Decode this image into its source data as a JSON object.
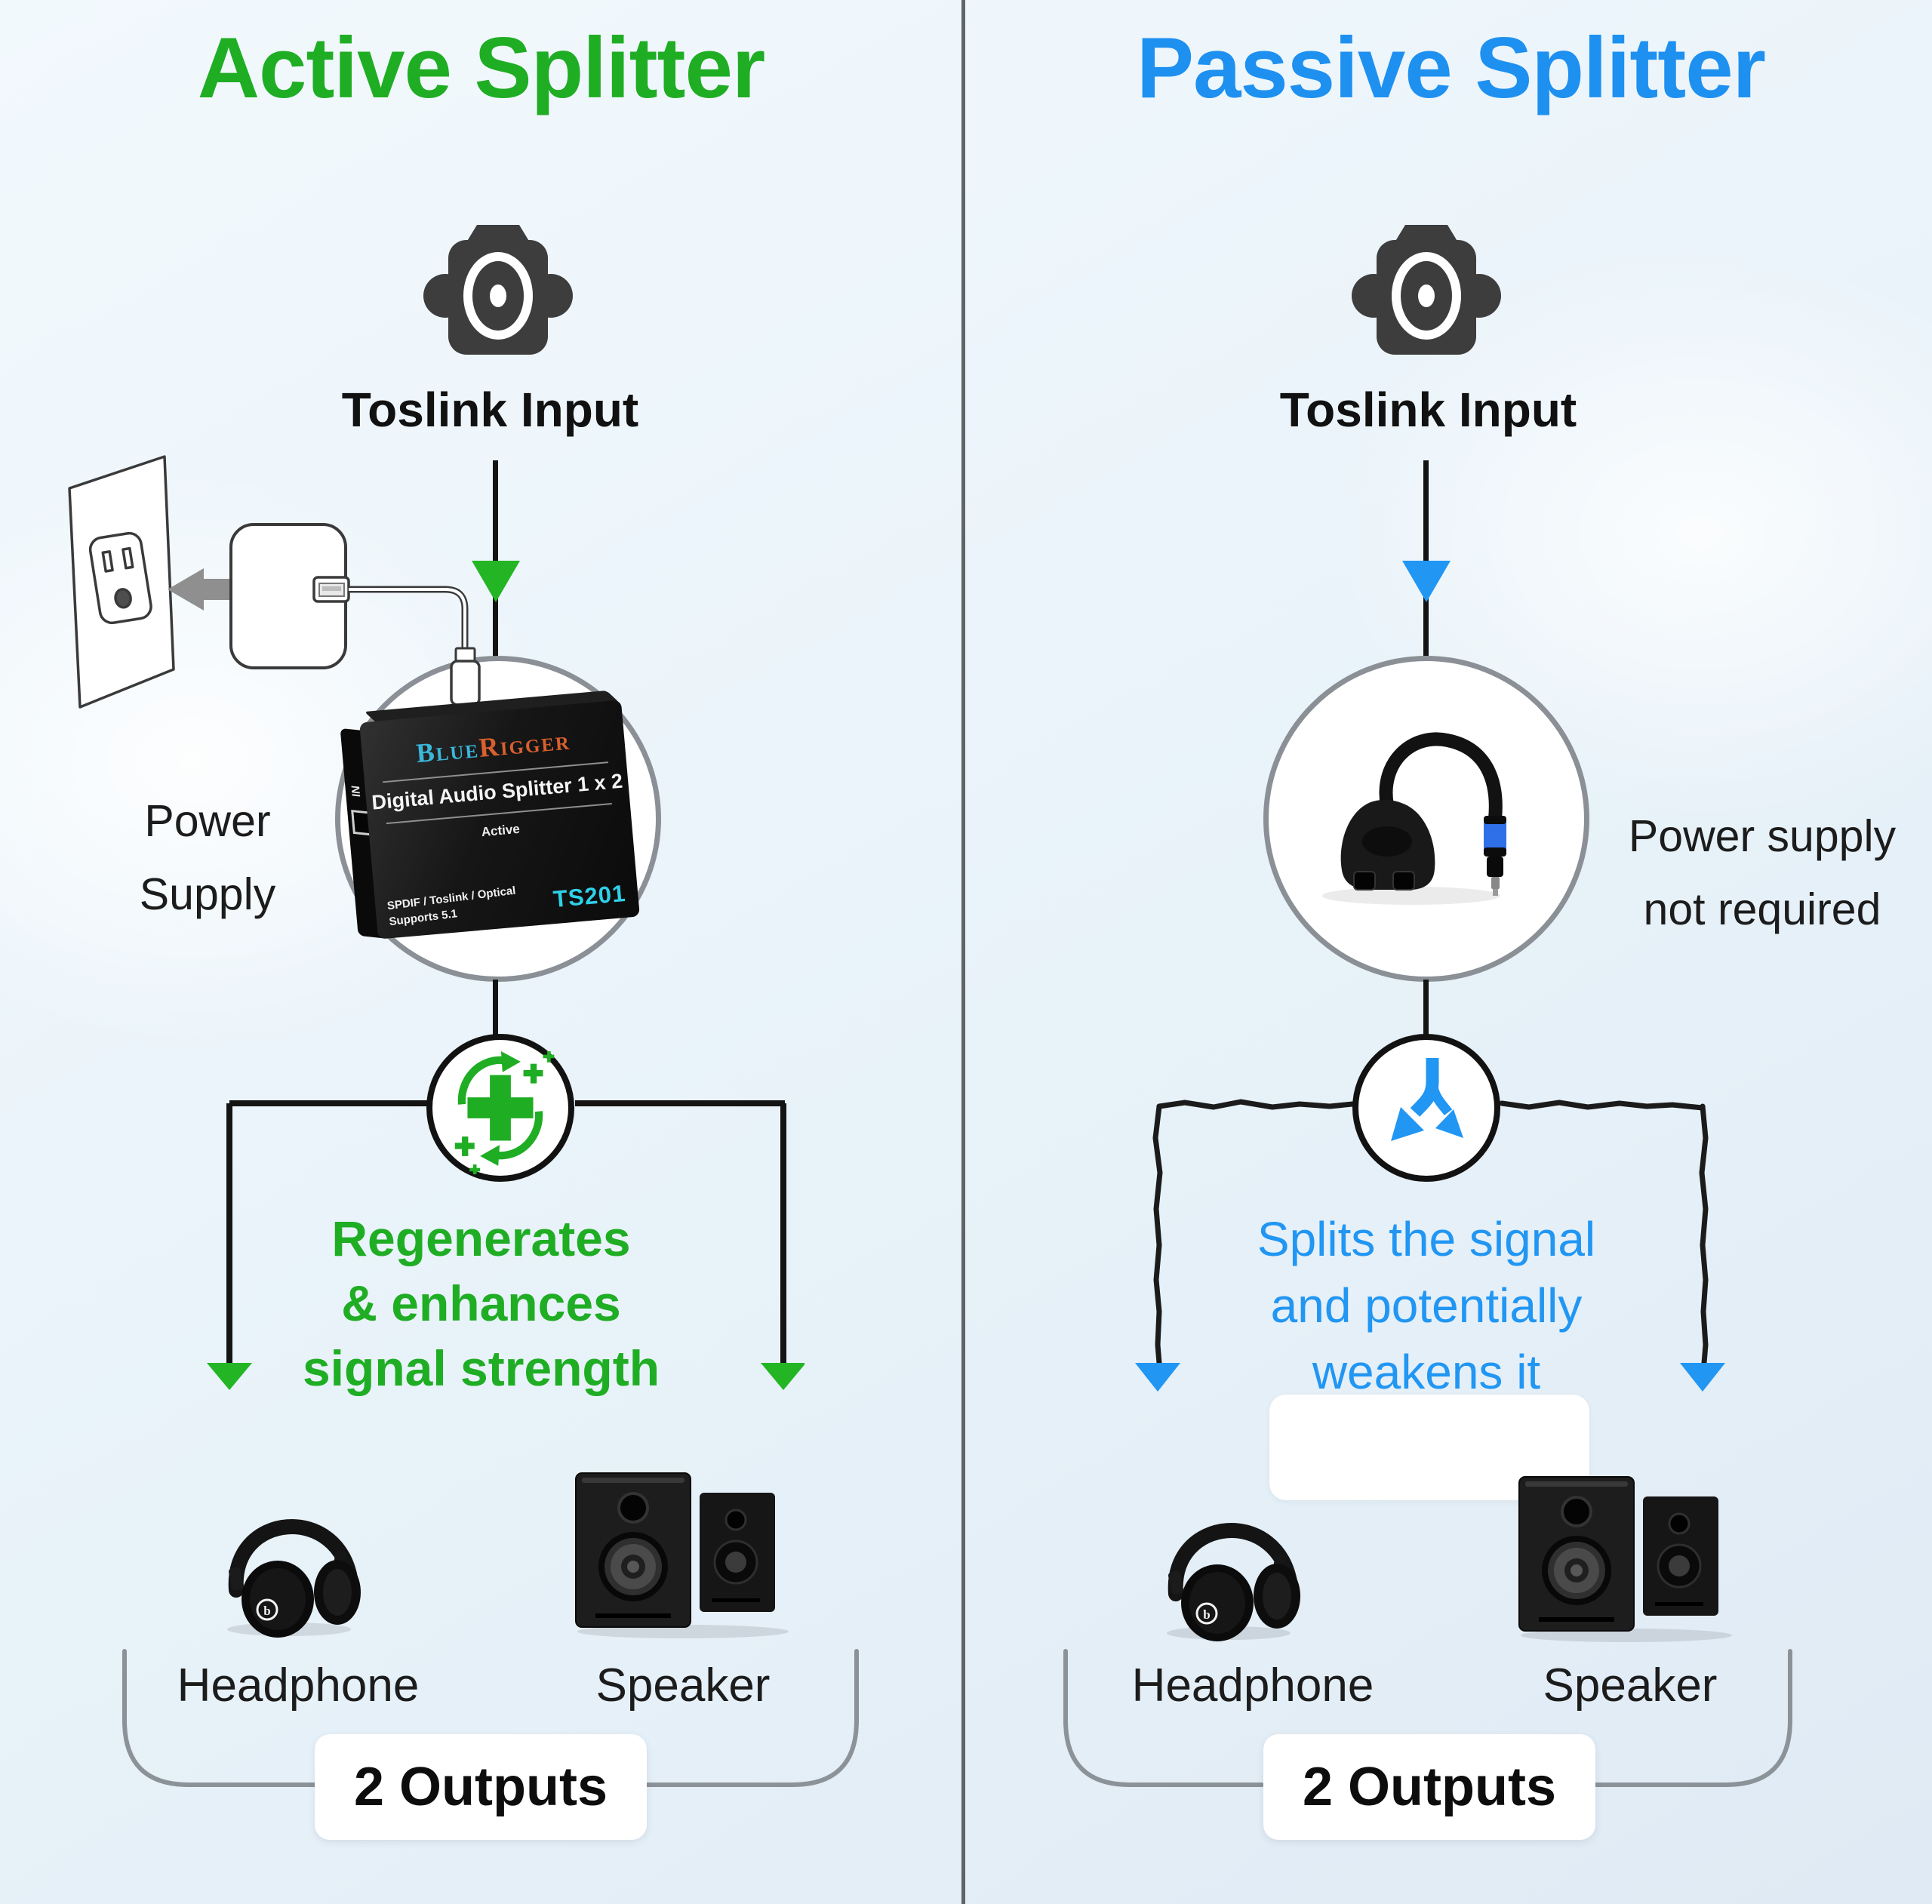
{
  "left": {
    "title": "Active Splitter",
    "input_label": "Toslink Input",
    "power_line1": "Power",
    "power_line2": "Supply",
    "device": {
      "brand_part1": "Blue",
      "brand_part2": "Rigger",
      "product_name": "Digital Audio Splitter 1 x 2",
      "mode": "Active",
      "model": "TS201",
      "spec_line1": "SPDIF / Toslink / Optical",
      "spec_line2": "Supports 5.1",
      "port_label": "IN"
    },
    "benefit_line1": "Regenerates",
    "benefit_line2": "& enhances",
    "benefit_line3": "signal strength",
    "output1_label": "Headphone",
    "output2_label": "Speaker",
    "outputs_badge": "2 Outputs"
  },
  "right": {
    "title": "Passive Splitter",
    "input_label": "Toslink Input",
    "power_note_line1": "Power supply",
    "power_note_line2": "not required",
    "drawback_line1": "Splits the signal",
    "drawback_line2": "and potentially",
    "drawback_line3": "weakens it",
    "output1_label": "Headphone",
    "output2_label": "Speaker",
    "outputs_badge": "2 Outputs"
  },
  "colors": {
    "active_green": "#1fad24",
    "passive_blue": "#1e90f0",
    "body_blue": "#2196f3",
    "toslink_icon_gray": "#3d3d3d",
    "line_black": "#141414",
    "divider_gray": "#5f6468",
    "bracket_gray": "#8b9298",
    "brand_blue": "#3ab7d9",
    "brand_orange": "#d8602e",
    "model_cyan": "#2fd0e8"
  }
}
